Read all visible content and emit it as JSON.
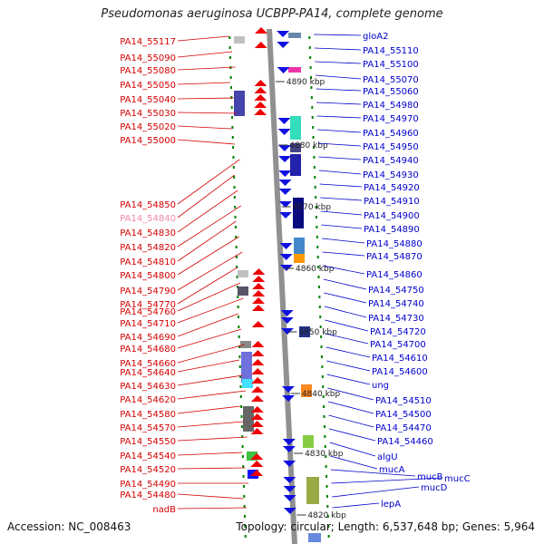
{
  "title": "Pseudomonas aeruginosa UCBPP-PA14, complete genome",
  "accession": "Accession: NC_008463",
  "topology": "Topology: circular; Length: 6,537,648 bp; Genes: 5,964",
  "colors": {
    "left_label": "#d40000",
    "left_label_faded": "#ee88aa",
    "right_label": "#0000cc",
    "left_strand": "#ee0000",
    "right_strand": "#1010e0",
    "axis": "#909090",
    "tick": "#008000"
  },
  "ticks": [
    "4890 kbp",
    "4880 kbp",
    "4870 kbp",
    "4860 kbp",
    "4850 kbp",
    "4840 kbp",
    "4830 kbp",
    "4820 kbp"
  ],
  "left_genes": [
    "PA14_55117",
    "PA14_55090",
    "PA14_55080",
    "PA14_55050",
    "PA14_55040",
    "PA14_55030",
    "PA14_55020",
    "PA14_55000",
    "PA14_54850",
    "PA14_54840",
    "PA14_54830",
    "PA14_54820",
    "PA14_54810",
    "PA14_54800",
    "PA14_54790",
    "PA14_54770",
    "PA14_54760",
    "PA14_54710",
    "PA14_54690",
    "PA14_54680",
    "PA14_54660",
    "PA14_54640",
    "PA14_54630",
    "PA14_54620",
    "PA14_54580",
    "PA14_54570",
    "PA14_54550",
    "PA14_54540",
    "PA14_54520",
    "PA14_54490",
    "PA14_54480",
    "nadB"
  ],
  "right_genes": [
    "gloA2",
    "PA14_55110",
    "PA14_55100",
    "PA14_55070",
    "PA14_55060",
    "PA14_54980",
    "PA14_54970",
    "PA14_54960",
    "PA14_54950",
    "PA14_54940",
    "PA14_54930",
    "PA14_54920",
    "PA14_54910",
    "PA14_54900",
    "PA14_54890",
    "PA14_54880",
    "PA14_54870",
    "PA14_54860",
    "PA14_54750",
    "PA14_54740",
    "PA14_54730",
    "PA14_54720",
    "PA14_54700",
    "PA14_54610",
    "PA14_54600",
    "ung",
    "PA14_54510",
    "PA14_54500",
    "PA14_54470",
    "PA14_54460",
    "algU",
    "mucA",
    "mucB",
    "mucC",
    "mucD",
    "lepA"
  ]
}
